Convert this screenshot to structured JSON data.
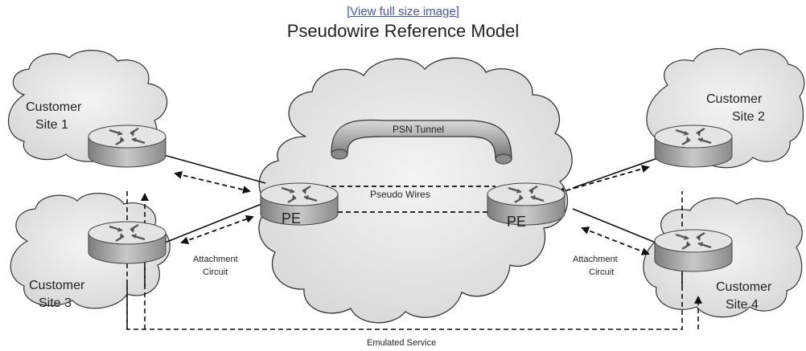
{
  "header": {
    "view_full_size_link": "[View full size image]",
    "title": "Pseudowire Reference Model"
  },
  "sites": [
    {
      "line1": "Customer",
      "line2": "Site 1"
    },
    {
      "line1": "Customer",
      "line2": "Site 2"
    },
    {
      "line1": "Customer",
      "line2": "Site 3"
    },
    {
      "line1": "Customer",
      "line2": "Site 4"
    }
  ],
  "provider_edges": {
    "left": "PE",
    "right": "PE"
  },
  "labels": {
    "psn_tunnel": "PSN Tunnel",
    "pseudo_wires": "Pseudo Wires",
    "attachment_left_1": "Attachment",
    "attachment_left_2": "Circuit",
    "attachment_right_1": "Attachment",
    "attachment_right_2": "Circuit",
    "emulated_service": "Emulated Service"
  },
  "colors": {
    "link": "#3b57c9",
    "cloud_fill": "#e6e6e6",
    "cloud_stroke": "#333333",
    "router_body": "#a9a9a9",
    "router_top": "#e2e2e2",
    "tunnel": "#b5b5b5"
  }
}
